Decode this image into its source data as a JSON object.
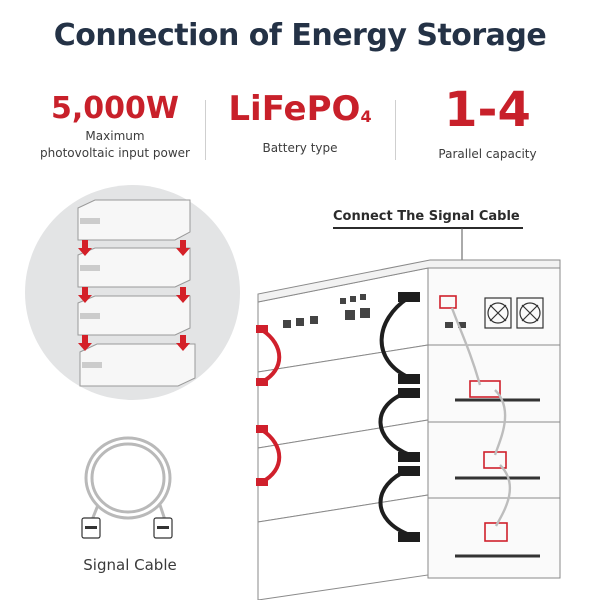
{
  "title": "Connection of Energy Storage",
  "stats": [
    {
      "value": "5,000W",
      "caption_line1": "Maximum",
      "caption_line2": "photovoltaic input power"
    },
    {
      "value_main": "LiFePO",
      "value_sub": "4",
      "caption_line1": "Battery type"
    },
    {
      "value": "1-4",
      "caption_line1": "Parallel capacity"
    }
  ],
  "labels": {
    "connect_signal_cable": "Connect The Signal Cable",
    "signal_cable": "Signal Cable"
  },
  "colors": {
    "accent_red": "#c8202a",
    "title_navy": "#243246",
    "circle_bg": "#e3e4e5",
    "cable_black": "#1e1e1e",
    "cable_red": "#d0202c"
  },
  "icons": [
    "arrow-down-icon"
  ]
}
